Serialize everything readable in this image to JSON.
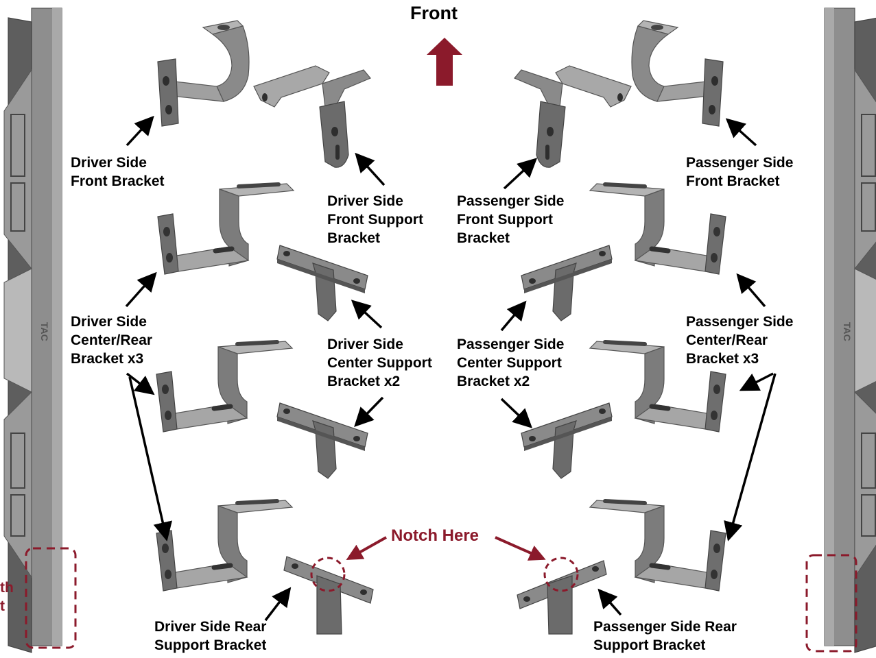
{
  "colors": {
    "accent": "#8b1a2b",
    "part": "#8e8e8e",
    "part_dark": "#5f5f5f",
    "part_light": "#b4b4b4",
    "label": "#000000"
  },
  "front": {
    "label": "Front"
  },
  "notch": {
    "label": "Notch Here"
  },
  "callouts": {
    "driver_front": [
      "Driver",
      "Side",
      "Front Bracket"
    ],
    "driver_front_support": [
      "Driver Side",
      "Front Support",
      "Bracket"
    ],
    "passenger_front_support": [
      "Passenger Side",
      "Front Support",
      "Bracket"
    ],
    "passenger_front": [
      "Passenger Side",
      "Front Bracket"
    ],
    "driver_center_rear": [
      "Driver Side",
      "Center/Rear",
      "Bracket x3"
    ],
    "driver_center_support": [
      "Driver Side",
      "Center Support",
      "Bracket x2"
    ],
    "passenger_center_support": [
      "Passenger Side",
      "Center Support",
      "Bracket x2"
    ],
    "passenger_center_rear": [
      "Passenger Side",
      "Center/Rear",
      "Bracket x3"
    ],
    "driver_rear_support": [
      "Driver Side Rear",
      "Support Bracket"
    ],
    "passenger_rear_support": [
      "Passenger Side Rear",
      "Support Bracket"
    ]
  },
  "step_logo": "TAC",
  "left_edge_fragment": [
    "th",
    "t"
  ]
}
